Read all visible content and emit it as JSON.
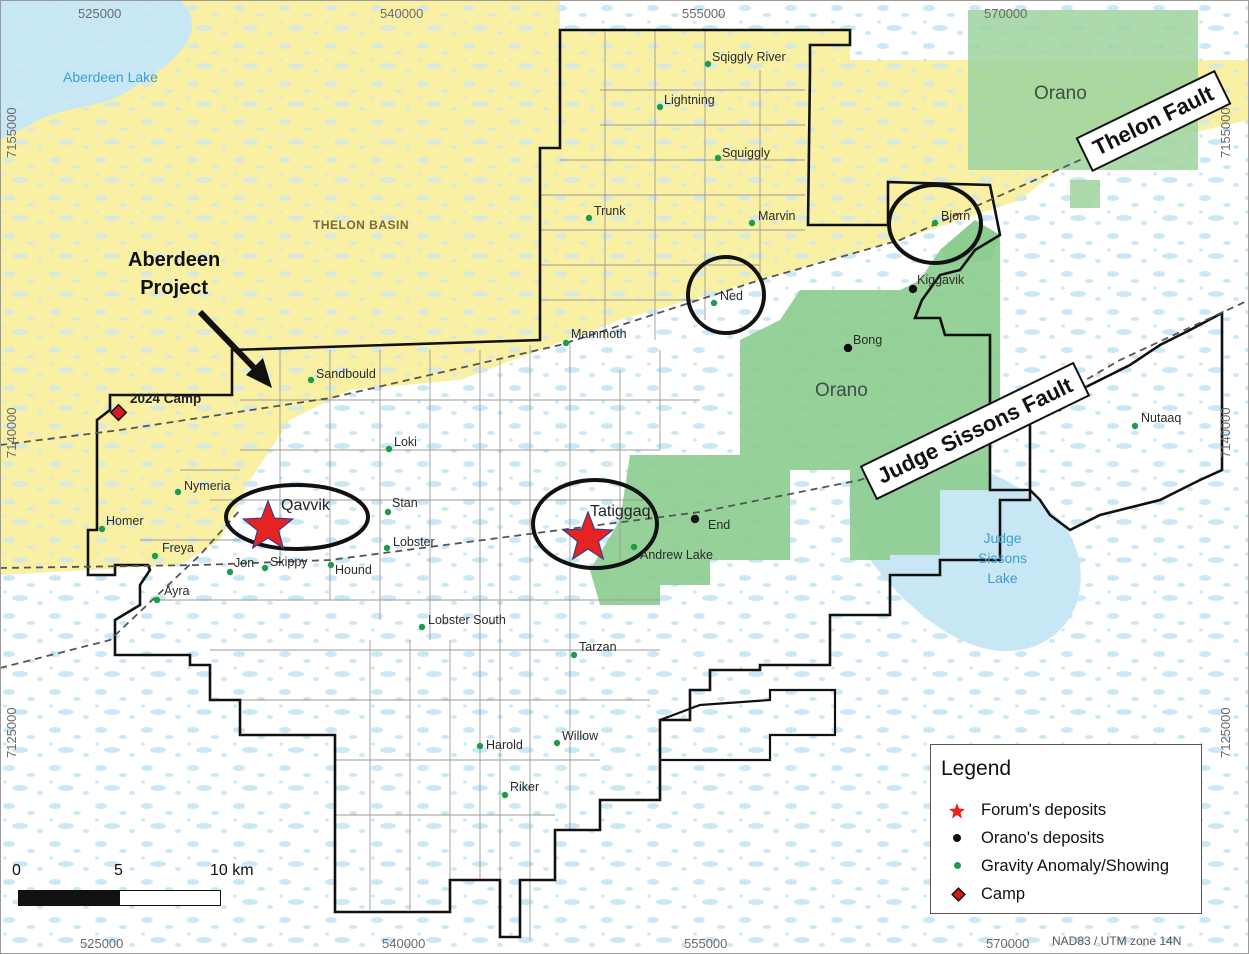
{
  "grid": {
    "top_eastings": [
      "525000",
      "540000",
      "555000",
      "570000"
    ],
    "bottom_eastings": [
      "525000",
      "540000",
      "555000",
      "570000"
    ],
    "left_northings": [
      "7155000",
      "7140000",
      "7125000"
    ],
    "right_northings": [
      "7155000",
      "7140000",
      "7125000"
    ]
  },
  "labels": {
    "aberdeen_lake": "Aberdeen Lake",
    "thelon_basin": "THELON BASIN",
    "judge_sissons_lake": [
      "Judge",
      "Sissons",
      "Lake"
    ],
    "orano_north": "Orano",
    "orano_main": "Orano",
    "project": [
      "Aberdeen",
      "Project"
    ],
    "camp": "2024 Camp",
    "thelon_fault": "Thelon Fault",
    "judge_sissons_fault": "Judge Sissons Fault"
  },
  "showings": [
    "Sqiggly River",
    "Lightning",
    "Squiggly",
    "Trunk",
    "Marvin",
    "Bjorn",
    "Ned",
    "Mammoth",
    "Sandbould",
    "Loki",
    "Nymeria",
    "Stan",
    "Homer",
    "Hound",
    "Lobster",
    "Freya",
    "Jon",
    "Skippy",
    "Ayra",
    "Lobster South",
    "Tarzan",
    "Andrew Lake",
    "Harold",
    "Willow",
    "Riker",
    "Nutaaq"
  ],
  "orano_deposits": [
    "Kiggavik",
    "Bong",
    "End"
  ],
  "forum_deposits": [
    "Qavvik",
    "Tatiggaq"
  ],
  "legend": {
    "title": "Legend",
    "items": [
      {
        "label": "Forum's deposits",
        "color": "#e52421"
      },
      {
        "label": "Orano's deposits",
        "color": "#111111"
      },
      {
        "label": "Gravity Anomaly/Showing",
        "color": "#1e9c4a"
      },
      {
        "label": "Camp",
        "color": "#d7191c"
      }
    ]
  },
  "scale_bar": {
    "labels": [
      "0",
      "5",
      "10 km"
    ]
  },
  "credit": "NAD83 / UTM zone 14N",
  "colors": {
    "basin_fill": "#f9f0a3",
    "orano_fill": "#8ccc8f",
    "water_fill": "#c8e7f5",
    "lake_label": "#3a9fd0"
  }
}
